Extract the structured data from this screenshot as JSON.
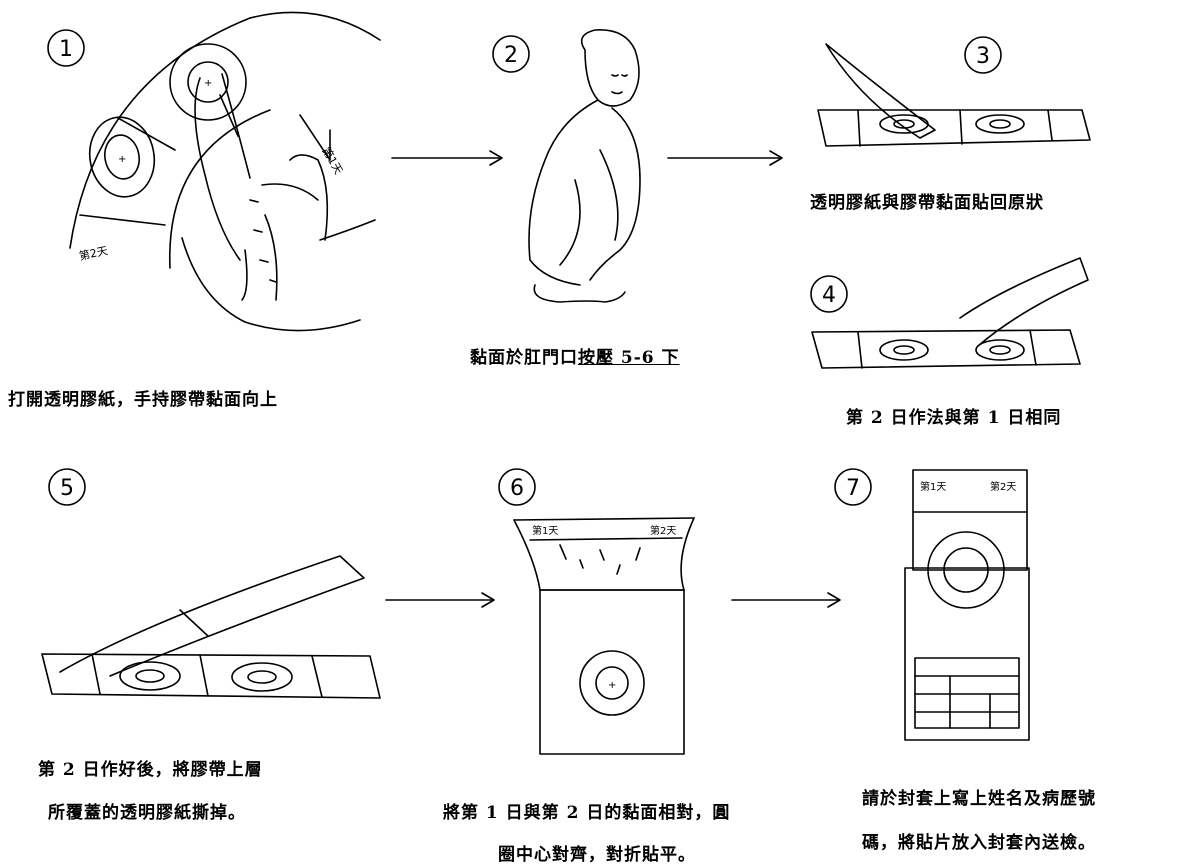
{
  "steps": [
    {
      "number": "1",
      "lines": [
        "打開透明膠紙，手持膠帶黏面向上"
      ]
    },
    {
      "number": "2",
      "prefix": "黏面於肛門口",
      "underlined": "按壓 5-6 下"
    },
    {
      "number": "3",
      "lines": [
        "透明膠紙與膠帶黏面貼回原狀"
      ]
    },
    {
      "number": "4",
      "lines": [
        "第 2 日作法與第 1 日相同"
      ]
    },
    {
      "number": "5",
      "lines": [
        "第 2 日作好後，將膠帶上層",
        "所覆蓋的透明膠紙撕掉。"
      ]
    },
    {
      "number": "6",
      "lines": [
        "將第 1 日與第 2 日的黏面相對，圓",
        "圈中心對齊，對折貼平。"
      ]
    },
    {
      "number": "7",
      "lines": [
        "請於封套上寫上姓名及病歷號",
        "碼，將貼片放入封套內送檢。"
      ]
    }
  ],
  "tape_labels": {
    "day1": "第1天",
    "day2": "第2天"
  },
  "icons": {
    "step_number": "circled-number-icon",
    "arrow": "right-arrow-icon"
  },
  "colors": {
    "ink": "#000000",
    "background": "#ffffff"
  }
}
